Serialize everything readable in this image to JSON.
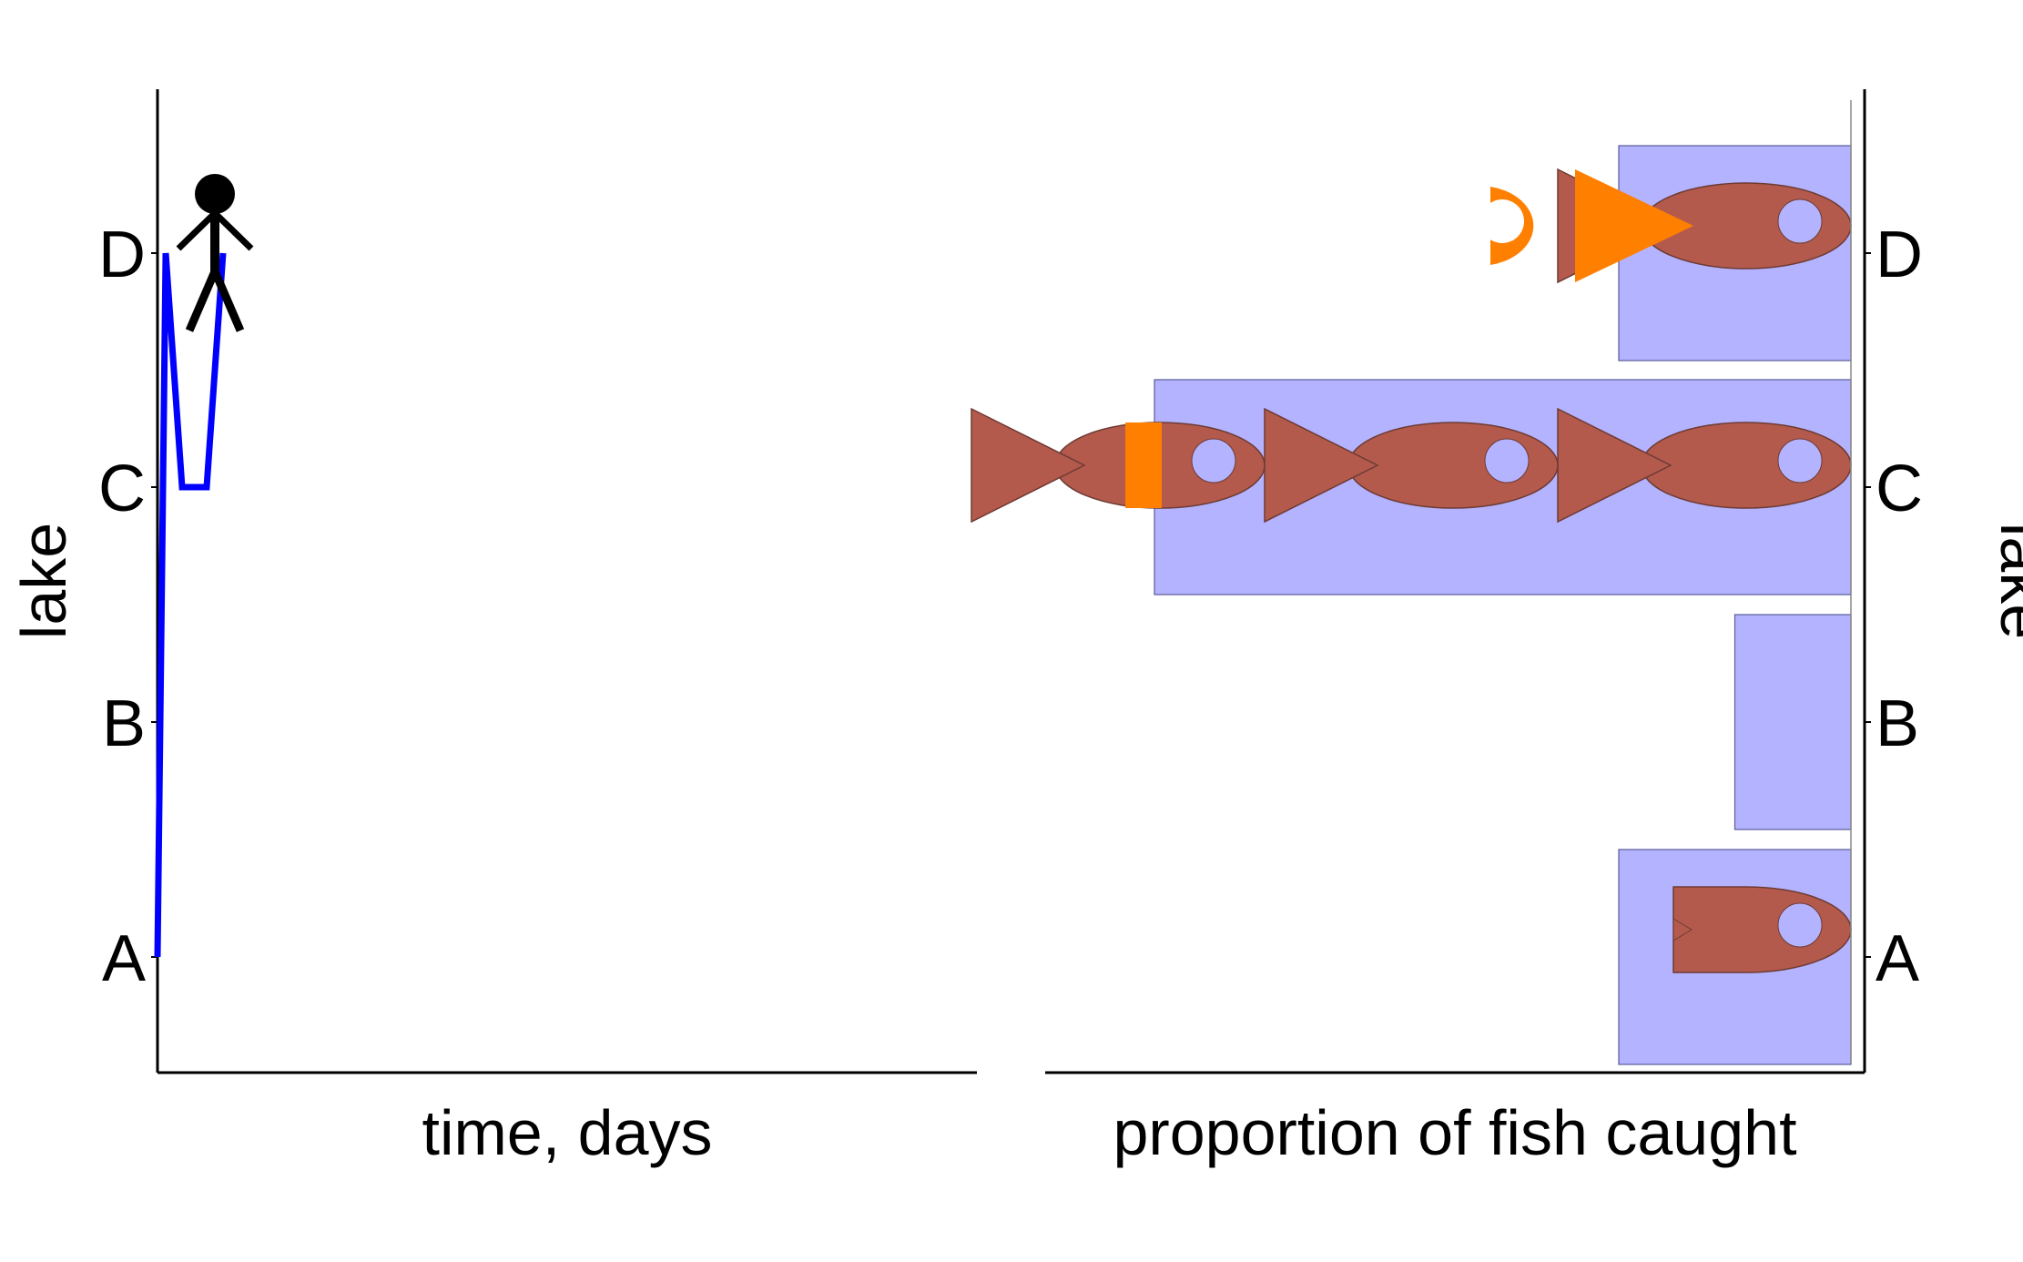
{
  "chart_data": [
    {
      "type": "line",
      "xlabel": "time, days",
      "ylabel": "lake",
      "categories": [
        "A",
        "B",
        "C",
        "D"
      ],
      "series": [
        {
          "color": "#0000ff",
          "points": [
            {
              "t": 0.0,
              "lake": "A"
            },
            {
              "t": 0.1,
              "lake": "D"
            },
            {
              "t": 0.3,
              "lake": "C"
            },
            {
              "t": 0.6,
              "lake": "C"
            },
            {
              "t": 0.8,
              "lake": "D"
            }
          ]
        }
      ],
      "xlim": [
        0,
        10
      ],
      "marker": {
        "icon": "person-icon",
        "t": 0.7,
        "lake": "D",
        "color": "#000000"
      },
      "grid": false
    },
    {
      "type": "bar",
      "orientation": "horizontal",
      "xlabel": "proportion of fish caught",
      "ylabel": "lake",
      "categories": [
        "A",
        "B",
        "C",
        "D"
      ],
      "values": [
        0.25,
        0.125,
        0.75,
        0.25
      ],
      "xlim": [
        1,
        0
      ],
      "bar_color": "#b3b3ff",
      "fish": [
        {
          "lake": "A",
          "icon": "fish-icon",
          "count": 1,
          "color": "#b35a4d"
        },
        {
          "lake": "C",
          "icon": "fish-icon",
          "count": 3,
          "color": "#b35a4d"
        },
        {
          "lake": "D",
          "icon": "fish-icon",
          "count": 1,
          "color": "#b35a4d"
        }
      ],
      "overflow_color": "#ff7f00",
      "grid": false
    }
  ]
}
